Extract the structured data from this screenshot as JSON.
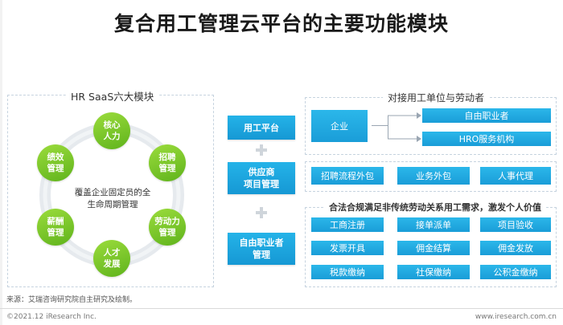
{
  "title": "复合用工管理云平台的主要功能模块",
  "hr_saas": {
    "heading": "HR SaaS六大模块",
    "center_text": "覆盖企业固定员的全生命周期管理",
    "modules": [
      {
        "line1": "核心",
        "line2": "人力"
      },
      {
        "line1": "招聘",
        "line2": "管理"
      },
      {
        "line1": "劳动力",
        "line2": "管理"
      },
      {
        "line1": "人才",
        "line2": "发展"
      },
      {
        "line1": "薪酬",
        "line2": "管理"
      },
      {
        "line1": "绩效",
        "line2": "管理"
      }
    ]
  },
  "platforms": [
    {
      "line1": "用工平台",
      "line2": ""
    },
    {
      "line1": "供应商",
      "line2": "项目管理"
    },
    {
      "line1": "自由职业者",
      "line2": "管理"
    }
  ],
  "section1": {
    "heading": "对接用工单位与劳动者",
    "enterprise": "企业",
    "freelancer": "自由职业者",
    "hro": "HRO服务机构"
  },
  "section2": {
    "items": [
      "招聘流程外包",
      "业务外包",
      "人事代理"
    ]
  },
  "section3": {
    "heading": "合法合规满足非传统劳动关系用工需求，激发个人价值",
    "items": [
      "工商注册",
      "接单派单",
      "项目验收",
      "发票开具",
      "佣金结算",
      "佣金发放",
      "税款缴纳",
      "社保缴纳",
      "公积金缴纳"
    ]
  },
  "footer": {
    "source": "来源：艾瑞咨询研究院自主研究及绘制。",
    "copyright": "©2021.12 iResearch Inc.",
    "website": "www.iresearch.com.cn"
  },
  "colors": {
    "green": "#6cbf22",
    "blue": "#1ea8e0",
    "border": "#c6d3df"
  }
}
